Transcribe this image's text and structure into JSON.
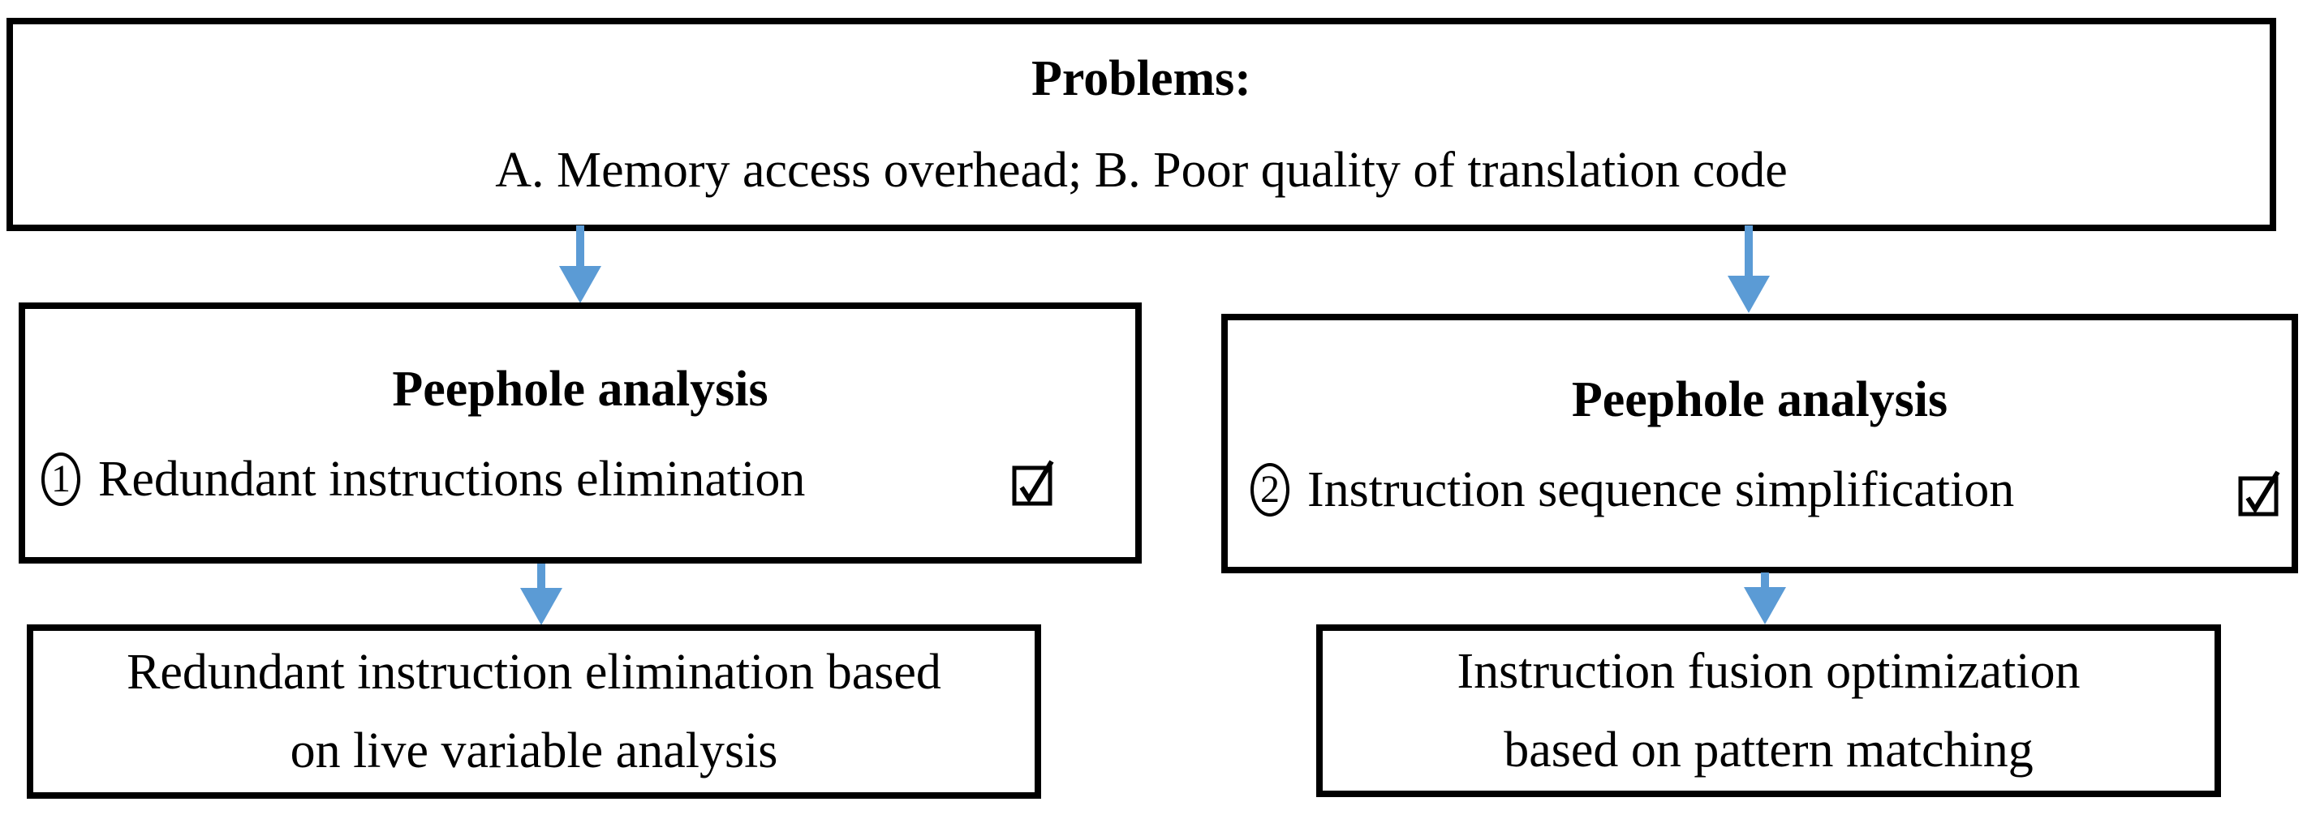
{
  "colors": {
    "arrow_blue": "#5B9BD5",
    "box_border": "#000000",
    "text": "#000000",
    "background": "#FFFFFF"
  },
  "icons": {
    "arrow_down": "down-arrow",
    "checkbox_checked": "☑",
    "circled_one": "①",
    "circled_two": "②"
  },
  "problem_box": {
    "title": "Problems:",
    "body": "A. Memory access overhead; B. Poor quality of translation code"
  },
  "left_analysis_box": {
    "title": "Peephole analysis",
    "item_number": "1",
    "item_text": "Redundant instructions elimination"
  },
  "right_analysis_box": {
    "title": "Peephole analysis",
    "item_number": "2",
    "item_text": "Instruction sequence simplification"
  },
  "left_result_box": {
    "line1": "Redundant instruction elimination based",
    "line2": "on live variable analysis"
  },
  "right_result_box": {
    "line1": "Instruction fusion optimization",
    "line2": "based on pattern matching"
  }
}
